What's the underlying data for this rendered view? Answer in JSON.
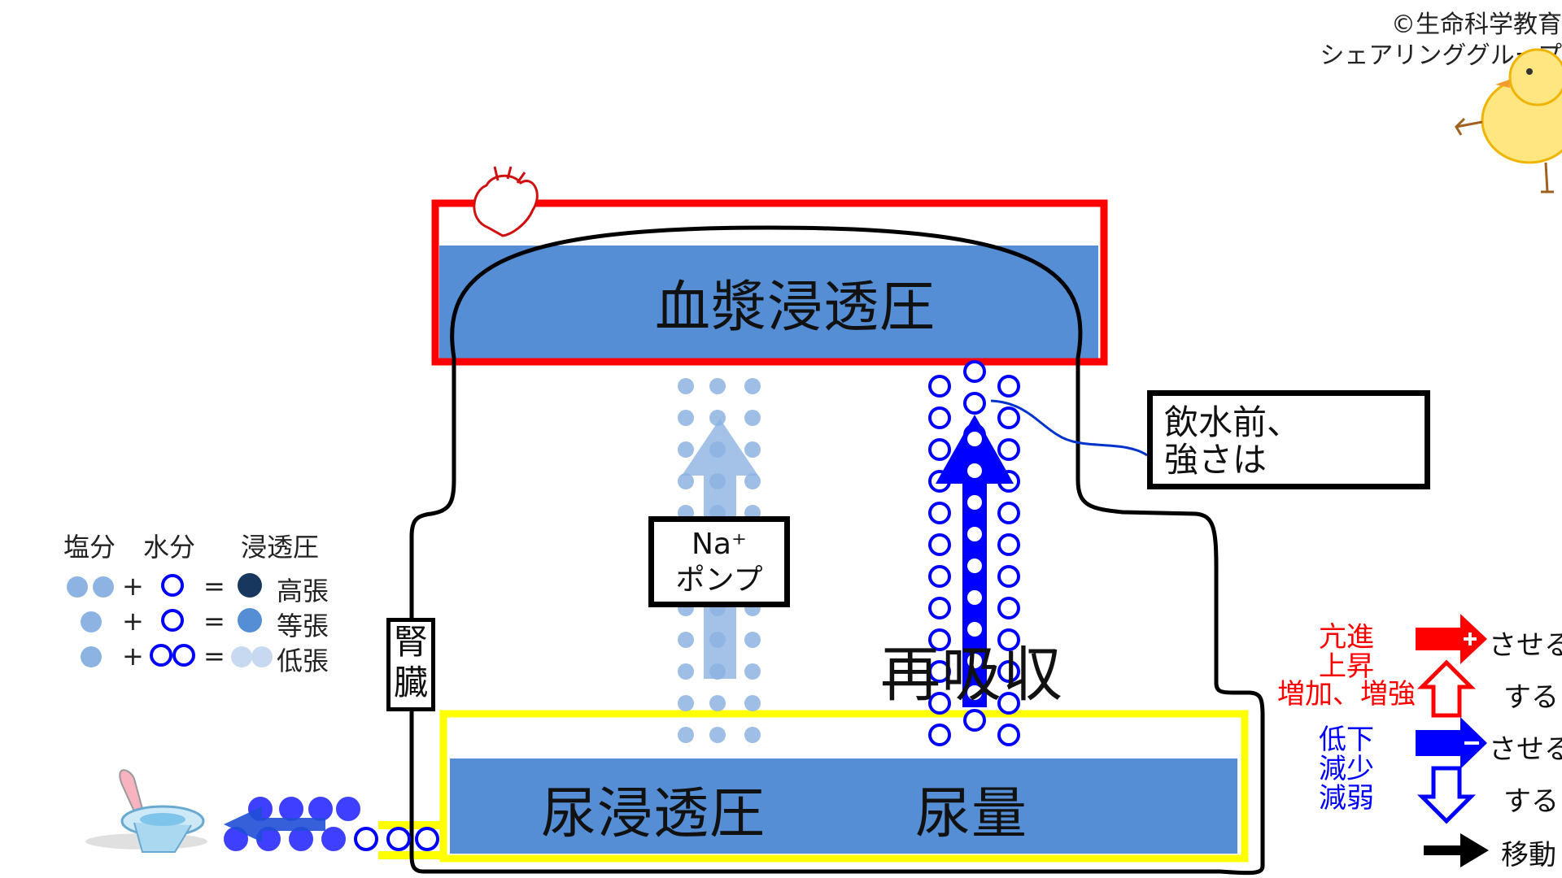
{
  "copyright": {
    "line1": "©生命科学教育",
    "line2": "シェアリンググループ"
  },
  "labels": {
    "plasma": "血漿浸透圧",
    "urine_osmotic": "尿浸透圧",
    "urine_volume": "尿量",
    "reabsorption": "再吸収",
    "kidney": [
      "腎",
      "臓"
    ],
    "pump": [
      "Na⁺",
      "ポンプ"
    ]
  },
  "note": {
    "line1": "飲水前、",
    "line2": "強さは"
  },
  "legend": {
    "headers": [
      "塩分",
      "水分",
      "浸透圧"
    ],
    "rows": [
      {
        "result": "高張",
        "color": "#17375e"
      },
      {
        "result": "等張",
        "color": "#558ed5"
      },
      {
        "result": "低張",
        "color": "#c6d9f1"
      }
    ],
    "plus": "+",
    "equals": "="
  },
  "key": {
    "red_words": [
      "亢進",
      "上昇",
      "増加、増強"
    ],
    "blue_words": [
      "低下",
      "減少",
      "減弱"
    ],
    "saseru": "させる",
    "suru": "する",
    "move": "移動",
    "red_color": "#ff0000",
    "blue_color": "#0000ff"
  },
  "colors": {
    "plasma_box": "#ff0000",
    "urine_box": "#ffff00",
    "bar": "#558ed5",
    "water": "#0000ff",
    "salt": "#8db3e2"
  }
}
